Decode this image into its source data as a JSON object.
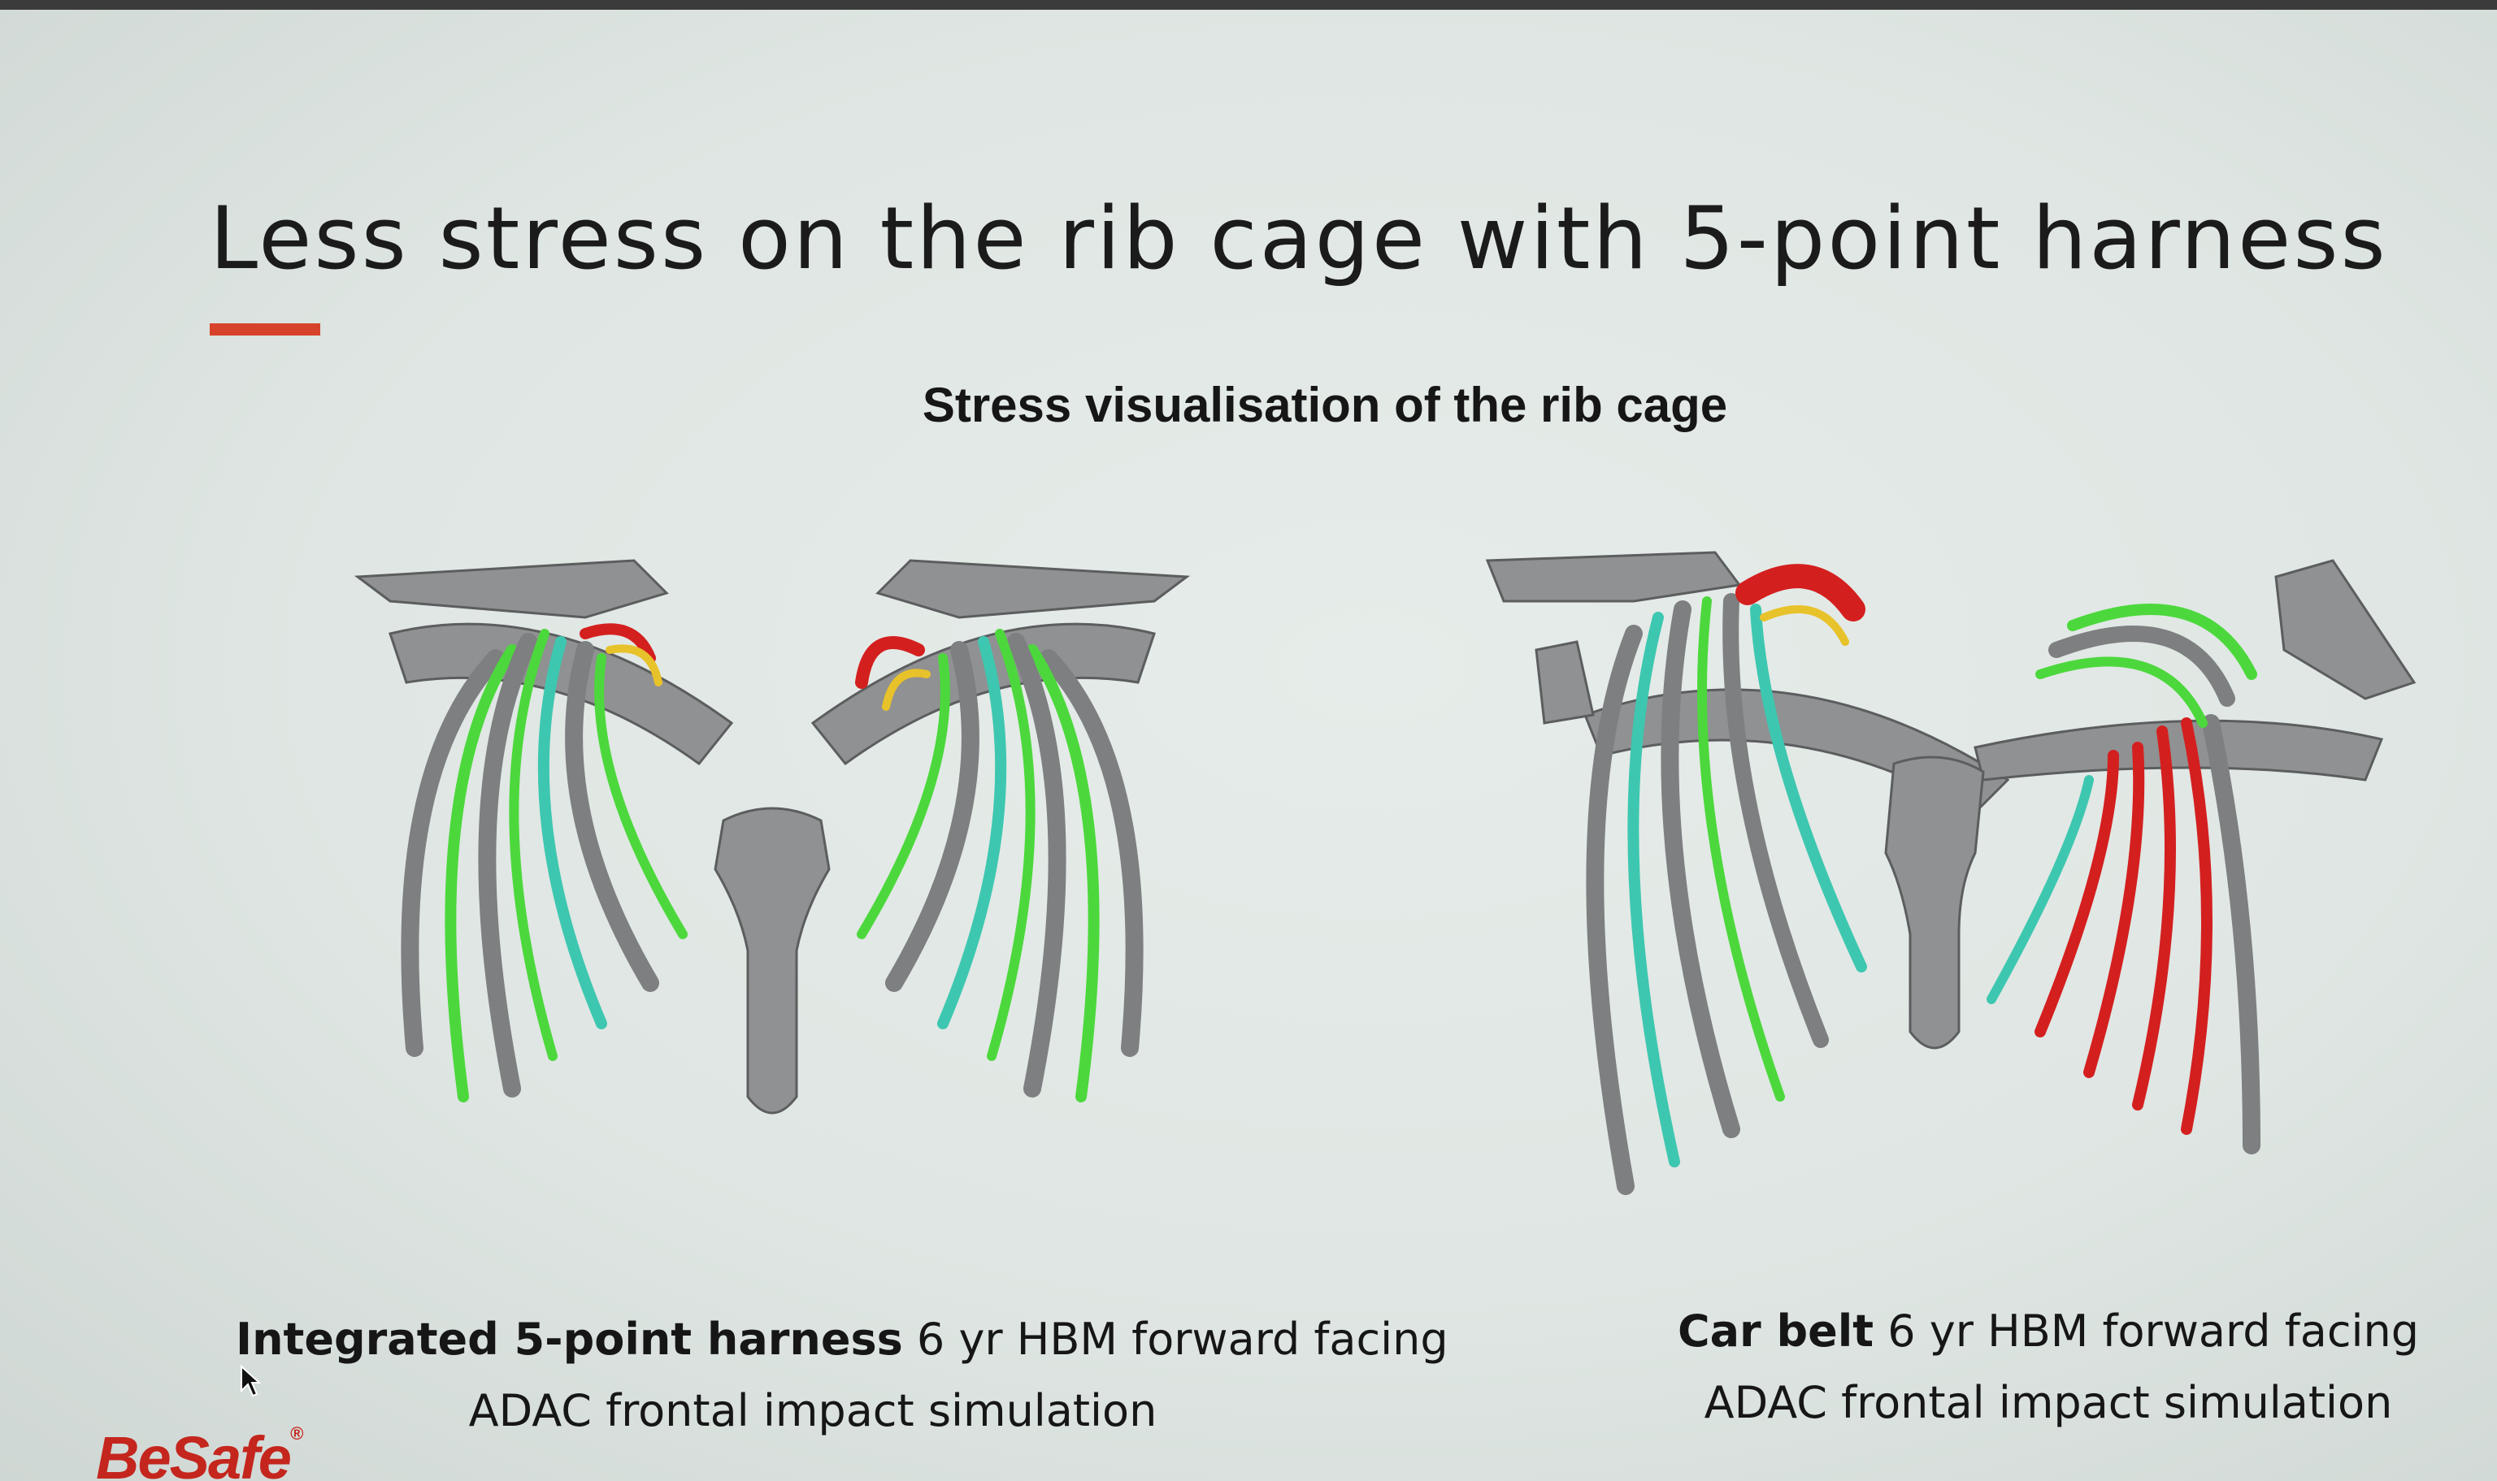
{
  "slide": {
    "title": "Less stress on the rib cage with 5-point harness",
    "subtitle": "Stress visualisation of the rib cage",
    "captions": {
      "left": {
        "bold": "Integrated 5-point harness",
        "rest": " 6 yr HBM forward facing",
        "line2": "ADAC frontal impact simulation"
      },
      "right": {
        "bold": "Car belt",
        "rest": " 6 yr HBM forward facing",
        "line2": "ADAC frontal impact simulation"
      }
    },
    "logo": {
      "text": "BeSafe",
      "mark": "®"
    }
  },
  "colors": {
    "accent": "#d7422a",
    "bone": "#8f9192",
    "stress_low": "#4cd83c",
    "stress_mid": "#3ec7b0",
    "stress_high": "#d41f1f",
    "stress_warn": "#e8c22a",
    "logo": "#c4261d"
  },
  "icons": [
    "rib-cage-illustration",
    "cursor-arrow-icon"
  ]
}
